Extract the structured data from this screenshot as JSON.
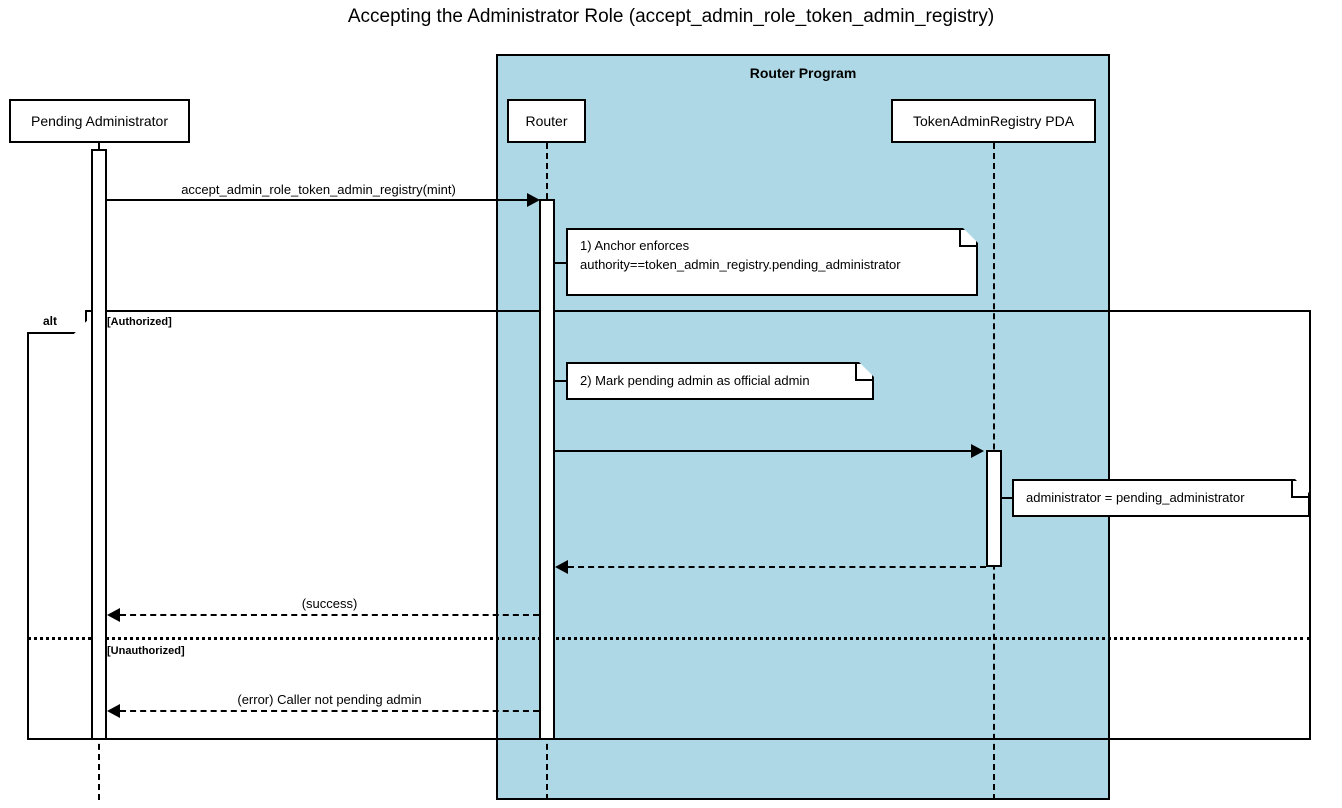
{
  "diagram": {
    "title": "Accepting the Administrator Role (accept_admin_role_token_admin_registry)",
    "type": "sequence-diagram",
    "accent_color": "#aed8e6",
    "line_color": "#000000",
    "background": "#ffffff"
  },
  "groups": [
    {
      "id": "router-program",
      "label": "Router Program",
      "fill": "#aed8e6"
    }
  ],
  "participants": [
    {
      "id": "pending-administrator",
      "label": "Pending Administrator",
      "group": null
    },
    {
      "id": "router",
      "label": "Router",
      "group": "router-program"
    },
    {
      "id": "token-admin-registry-pda",
      "label": "TokenAdminRegistry PDA",
      "group": "router-program"
    }
  ],
  "fragment": {
    "operator": "alt",
    "guards": [
      {
        "id": "authorized",
        "label": "[Authorized]"
      },
      {
        "id": "unauthorized",
        "label": "[Unauthorized]"
      }
    ]
  },
  "messages": [
    {
      "id": "m1",
      "label": "accept_admin_role_token_admin_registry(mint)",
      "from": "pending-administrator",
      "to": "router",
      "style": "solid",
      "direction": "right"
    },
    {
      "id": "m2",
      "label": "",
      "from": "router",
      "to": "token-admin-registry-pda",
      "style": "solid",
      "direction": "right"
    },
    {
      "id": "m3",
      "label": "",
      "from": "token-admin-registry-pda",
      "to": "router",
      "style": "dashed",
      "direction": "left"
    },
    {
      "id": "m4",
      "label": "(success)",
      "from": "router",
      "to": "pending-administrator",
      "style": "dashed",
      "direction": "left"
    },
    {
      "id": "m5",
      "label": "(error) Caller not pending admin",
      "from": "router",
      "to": "pending-administrator",
      "style": "dashed",
      "direction": "left"
    }
  ],
  "notes": [
    {
      "id": "note-1",
      "attached_to": "router",
      "line1": "1) Anchor enforces",
      "line2": "authority==token_admin_registry.pending_administrator"
    },
    {
      "id": "note-2",
      "attached_to": "router",
      "line1": "2) Mark pending admin as official admin",
      "line2": ""
    },
    {
      "id": "note-3",
      "attached_to": "token-admin-registry-pda",
      "line1": "administrator = pending_administrator",
      "line2": ""
    }
  ]
}
